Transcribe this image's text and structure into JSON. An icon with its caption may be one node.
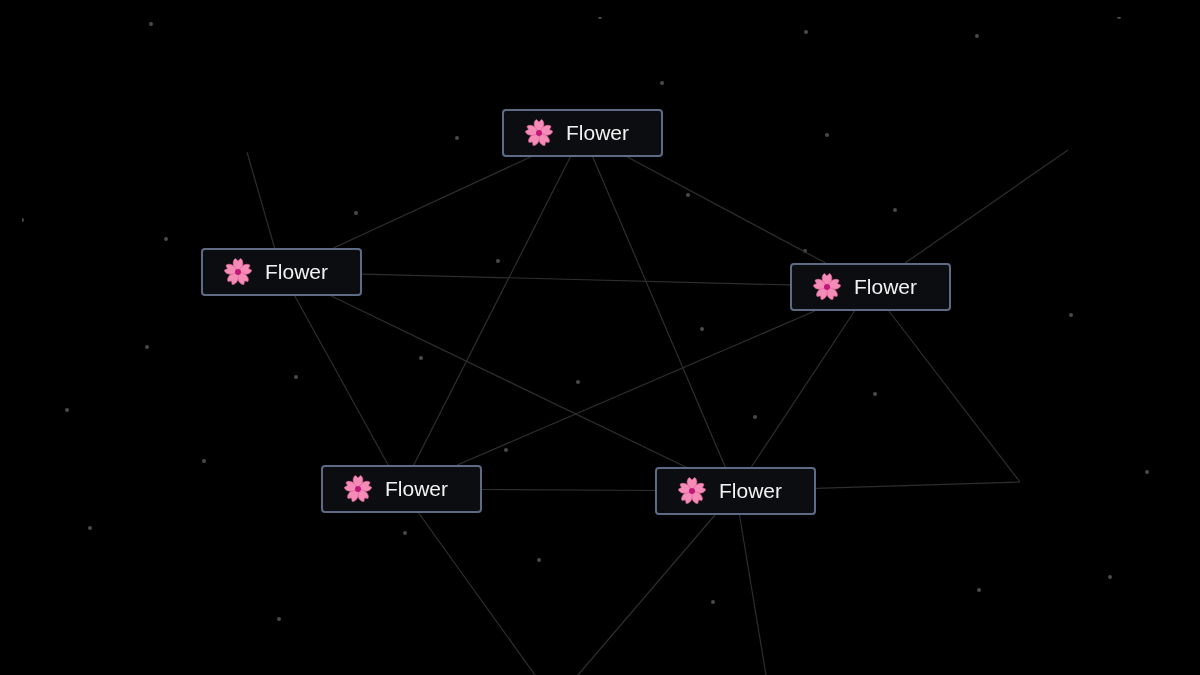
{
  "diagram": {
    "nodes": [
      {
        "text": [
          "Flower"
        ]
      },
      {
        "text": [
          "Flower"
        ]
      },
      {
        "text": [
          "Flower"
        ]
      },
      {
        "text": [
          "Flower"
        ]
      },
      {
        "text": [
          "Flower"
        ]
      }
    ],
    "edges": [
      {
        "from": 0,
        "to": 1,
        "arrow": "none"
      },
      {
        "from": 0,
        "to": 2,
        "arrow": "none"
      },
      {
        "from": 0,
        "to": 3,
        "arrow": "none"
      },
      {
        "from": 0,
        "to": 4,
        "arrow": "none"
      },
      {
        "from": 1,
        "to": 2,
        "arrow": "none"
      },
      {
        "from": 1,
        "to": 3,
        "arrow": "none"
      },
      {
        "from": 1,
        "to": 4,
        "arrow": "none"
      },
      {
        "from": 2,
        "to": 3,
        "arrow": "none"
      },
      {
        "from": 2,
        "to": 4,
        "arrow": "none"
      },
      {
        "from": 3,
        "to": 4,
        "arrow": "none"
      },
      {
        "from": 1,
        "to": null,
        "arrow": "none"
      },
      {
        "from": 2,
        "to": null,
        "arrow": "none"
      },
      {
        "from": 2,
        "to": null,
        "arrow": "none"
      },
      {
        "from": 4,
        "to": null,
        "arrow": "none"
      },
      {
        "from": 3,
        "to": null,
        "arrow": "none"
      },
      {
        "from": 4,
        "to": null,
        "arrow": "none"
      },
      {
        "from": 4,
        "to": null,
        "arrow": "none"
      }
    ]
  }
}
